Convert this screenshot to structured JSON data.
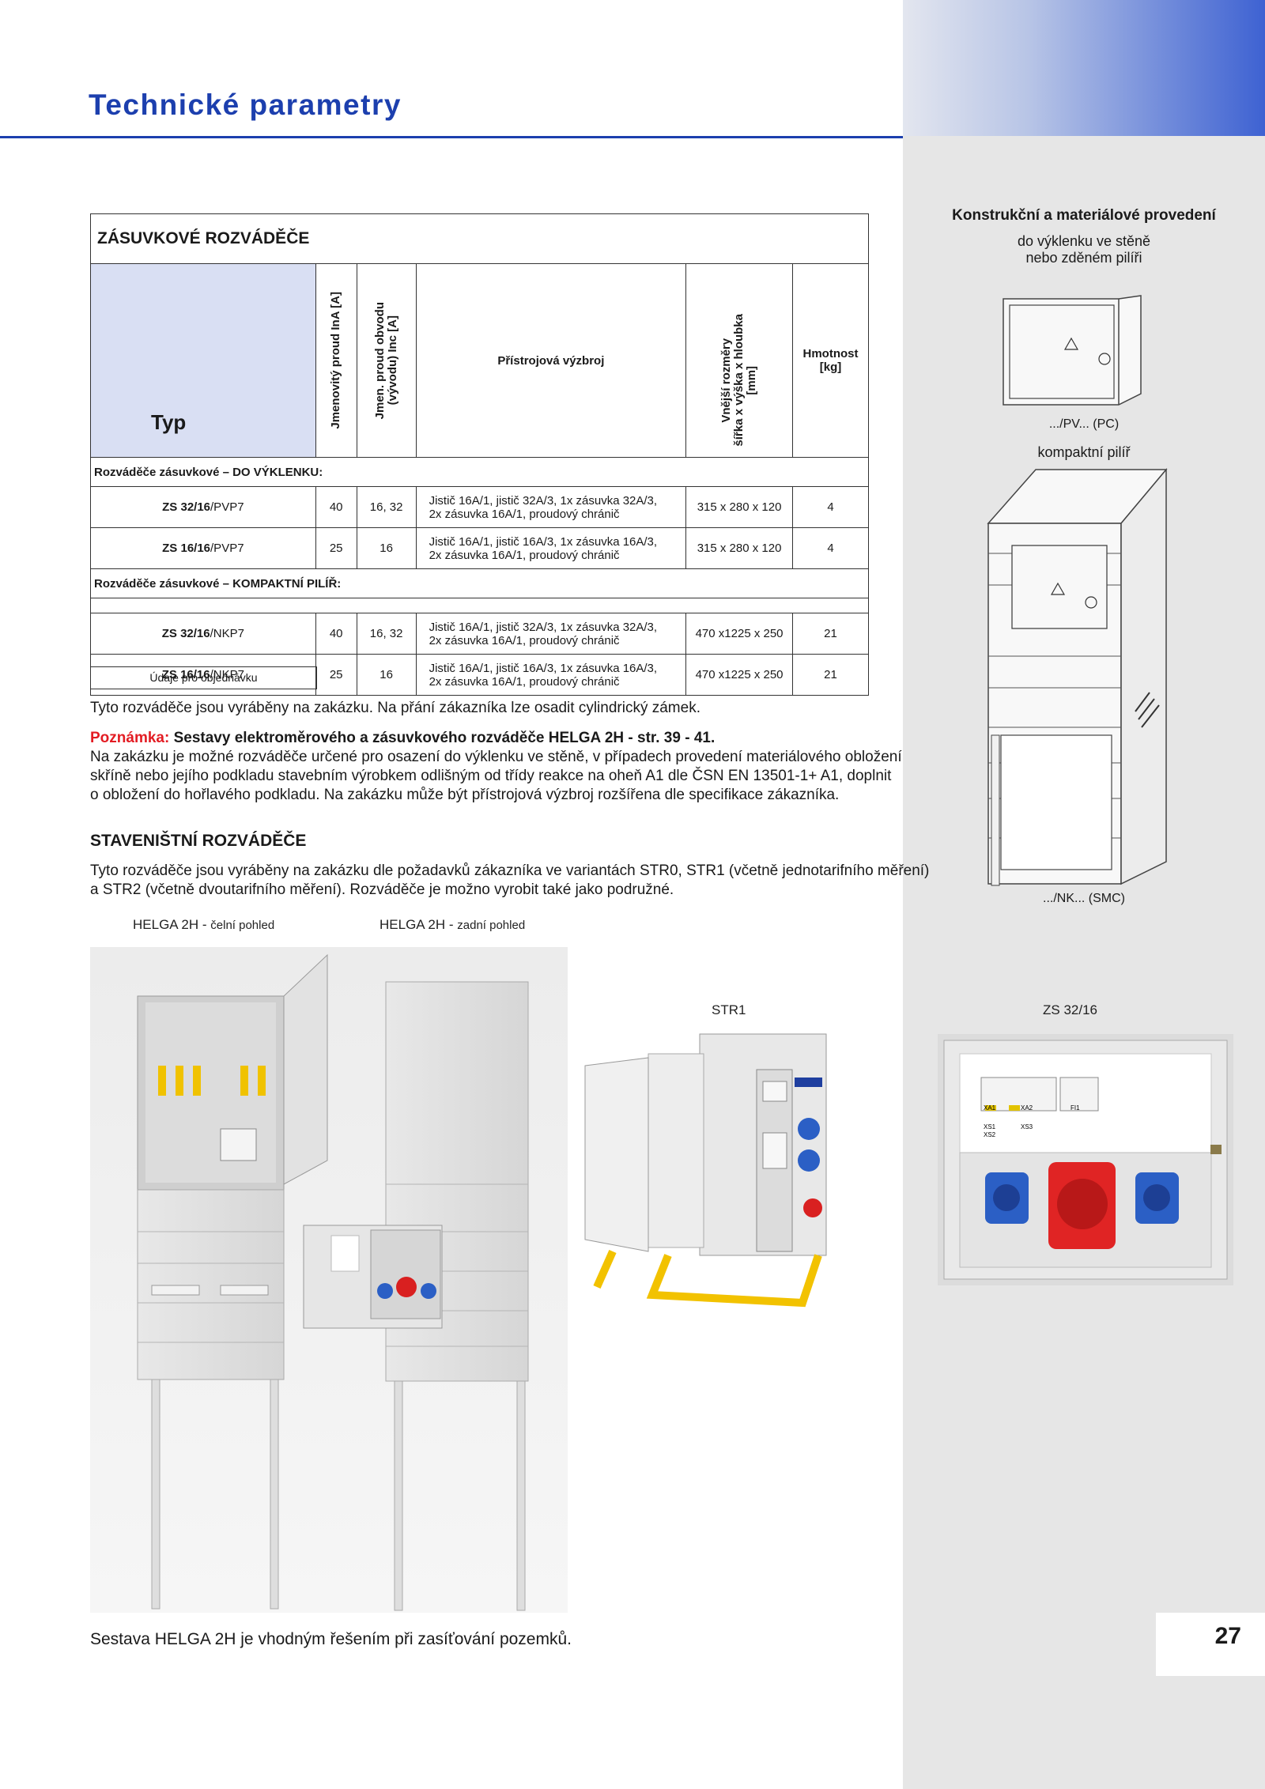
{
  "header": {
    "title": "Technické parametry"
  },
  "colors": {
    "accent": "#1c3fae",
    "note": "#e31c23",
    "side": "#e6e6e6",
    "type_cell": "#d9dff3"
  },
  "table": {
    "caption": "ZÁSUVKOVÉ ROZVÁDĚČE",
    "headers": {
      "typ": "Typ",
      "jmenovity": "Jmenovitý proud InA [A]",
      "obvod_1": "Jmen. proud obvodu",
      "obvod_2": "(vývodu) Inc [A]",
      "vyzbroj": "Přístrojová výzbroj",
      "rozmery_1": "Vnější rozměry",
      "rozmery_2": "šířka x výška x hloubka",
      "rozmery_3": "[mm]",
      "hmotnost_1": "Hmotnost",
      "hmotnost_2": "[kg]"
    },
    "groups": [
      {
        "label": "Rozváděče zásuvkové – DO VÝKLENKU:",
        "rows": [
          {
            "name_bold": "ZS 32/16",
            "name_suffix": "/PVP7",
            "current": "40",
            "circuit": "16, 32",
            "eq_1": "Jistič 16A/1, jistič 32A/3, 1x zásuvka 32A/3,",
            "eq_2": "2x zásuvka 16A/1, proudový chránič",
            "dims": "315 x 280 x 120",
            "weight": "4"
          },
          {
            "name_bold": "ZS 16/16",
            "name_suffix": "/PVP7",
            "current": "25",
            "circuit": "16",
            "eq_1": "Jistič 16A/1, jistič 16A/3, 1x zásuvka 16A/3,",
            "eq_2": "2x zásuvka 16A/1, proudový chránič",
            "dims": "315 x 280 x 120",
            "weight": "4"
          }
        ]
      },
      {
        "label": "Rozváděče zásuvkové – KOMPAKTNÍ PILÍŘ:",
        "rows": [
          {
            "name_bold": "ZS 32/16",
            "name_suffix": "/NKP7",
            "current": "40",
            "circuit": "16, 32",
            "eq_1": "Jistič 16A/1, jistič 32A/3, 1x zásuvka 32A/3,",
            "eq_2": "2x zásuvka 16A/1, proudový chránič",
            "dims": "470 x1225 x 250",
            "weight": "21"
          },
          {
            "name_bold": "ZS 16/16",
            "name_suffix": "/NKP7",
            "current": "25",
            "circuit": "16",
            "eq_1": "Jistič 16A/1, jistič 16A/3, 1x zásuvka 16A/3,",
            "eq_2": "2x zásuvka 16A/1, proudový chránič",
            "dims": "470 x1225 x 250",
            "weight": "21"
          }
        ]
      }
    ],
    "order_note": "Údaje pro objednávku"
  },
  "text": {
    "p1": "Tyto rozváděče jsou vyráběny na zakázku. Na přání zákazníka lze osadit cylindrický zámek.",
    "note_label": "Poznámka:",
    "note_text": "Sestavy elektroměrového a zásuvkového rozváděče HELGA 2H - str. 39 - 41.",
    "p2_1": "Na zakázku je možné rozváděče určené pro osazení do výklenku ve stěně, v případech provedení materiálového obložení",
    "p2_2": "skříně nebo jejího podkladu stavebním výrobkem odlišným od třídy reakce na oheň A1 dle ČSN EN 13501-1+ A1, doplnit",
    "p2_3": "o obložení do hořlavého podkladu. Na zakázku může být přístrojová výzbroj rozšířena dle specifikace zákazníka.",
    "h_staven": "STAVENIŠTNÍ ROZVÁDĚČE",
    "p3_1": "Tyto rozváděče jsou vyráběny na zakázku dle požadavků zákazníka ve variantách STR0, STR1 (včetně jednotarifního měření)",
    "p3_2": "a STR2 (včetně dvoutarifního měření). Rozváděče je možno vyrobit také jako podružné."
  },
  "captions": {
    "front_a": "HELGA 2H - ",
    "front_b": "čelní pohled",
    "back_a": "HELGA 2H - ",
    "back_b": "zadní pohled",
    "str1": "STR1",
    "zs": "ZS 32/16"
  },
  "side": {
    "title": "Konstrukční a materiálové provedení",
    "sub_1": "do výklenku ve stěně",
    "sub_2": "nebo zděném pilíři",
    "pv": ".../PV... (PC)",
    "kompakt": "kompaktní pilíř",
    "nk": ".../NK... (SMC)"
  },
  "photo_labels": {
    "xa1": "XA1",
    "xa2": "XA2",
    "fi1": "FI1",
    "xs1": "XS1",
    "xs2": "XS2",
    "xs3": "XS3"
  },
  "footer": {
    "text": "Sestava HELGA 2H je vhodným řešením při zasíťování pozemků.",
    "page": "27"
  }
}
